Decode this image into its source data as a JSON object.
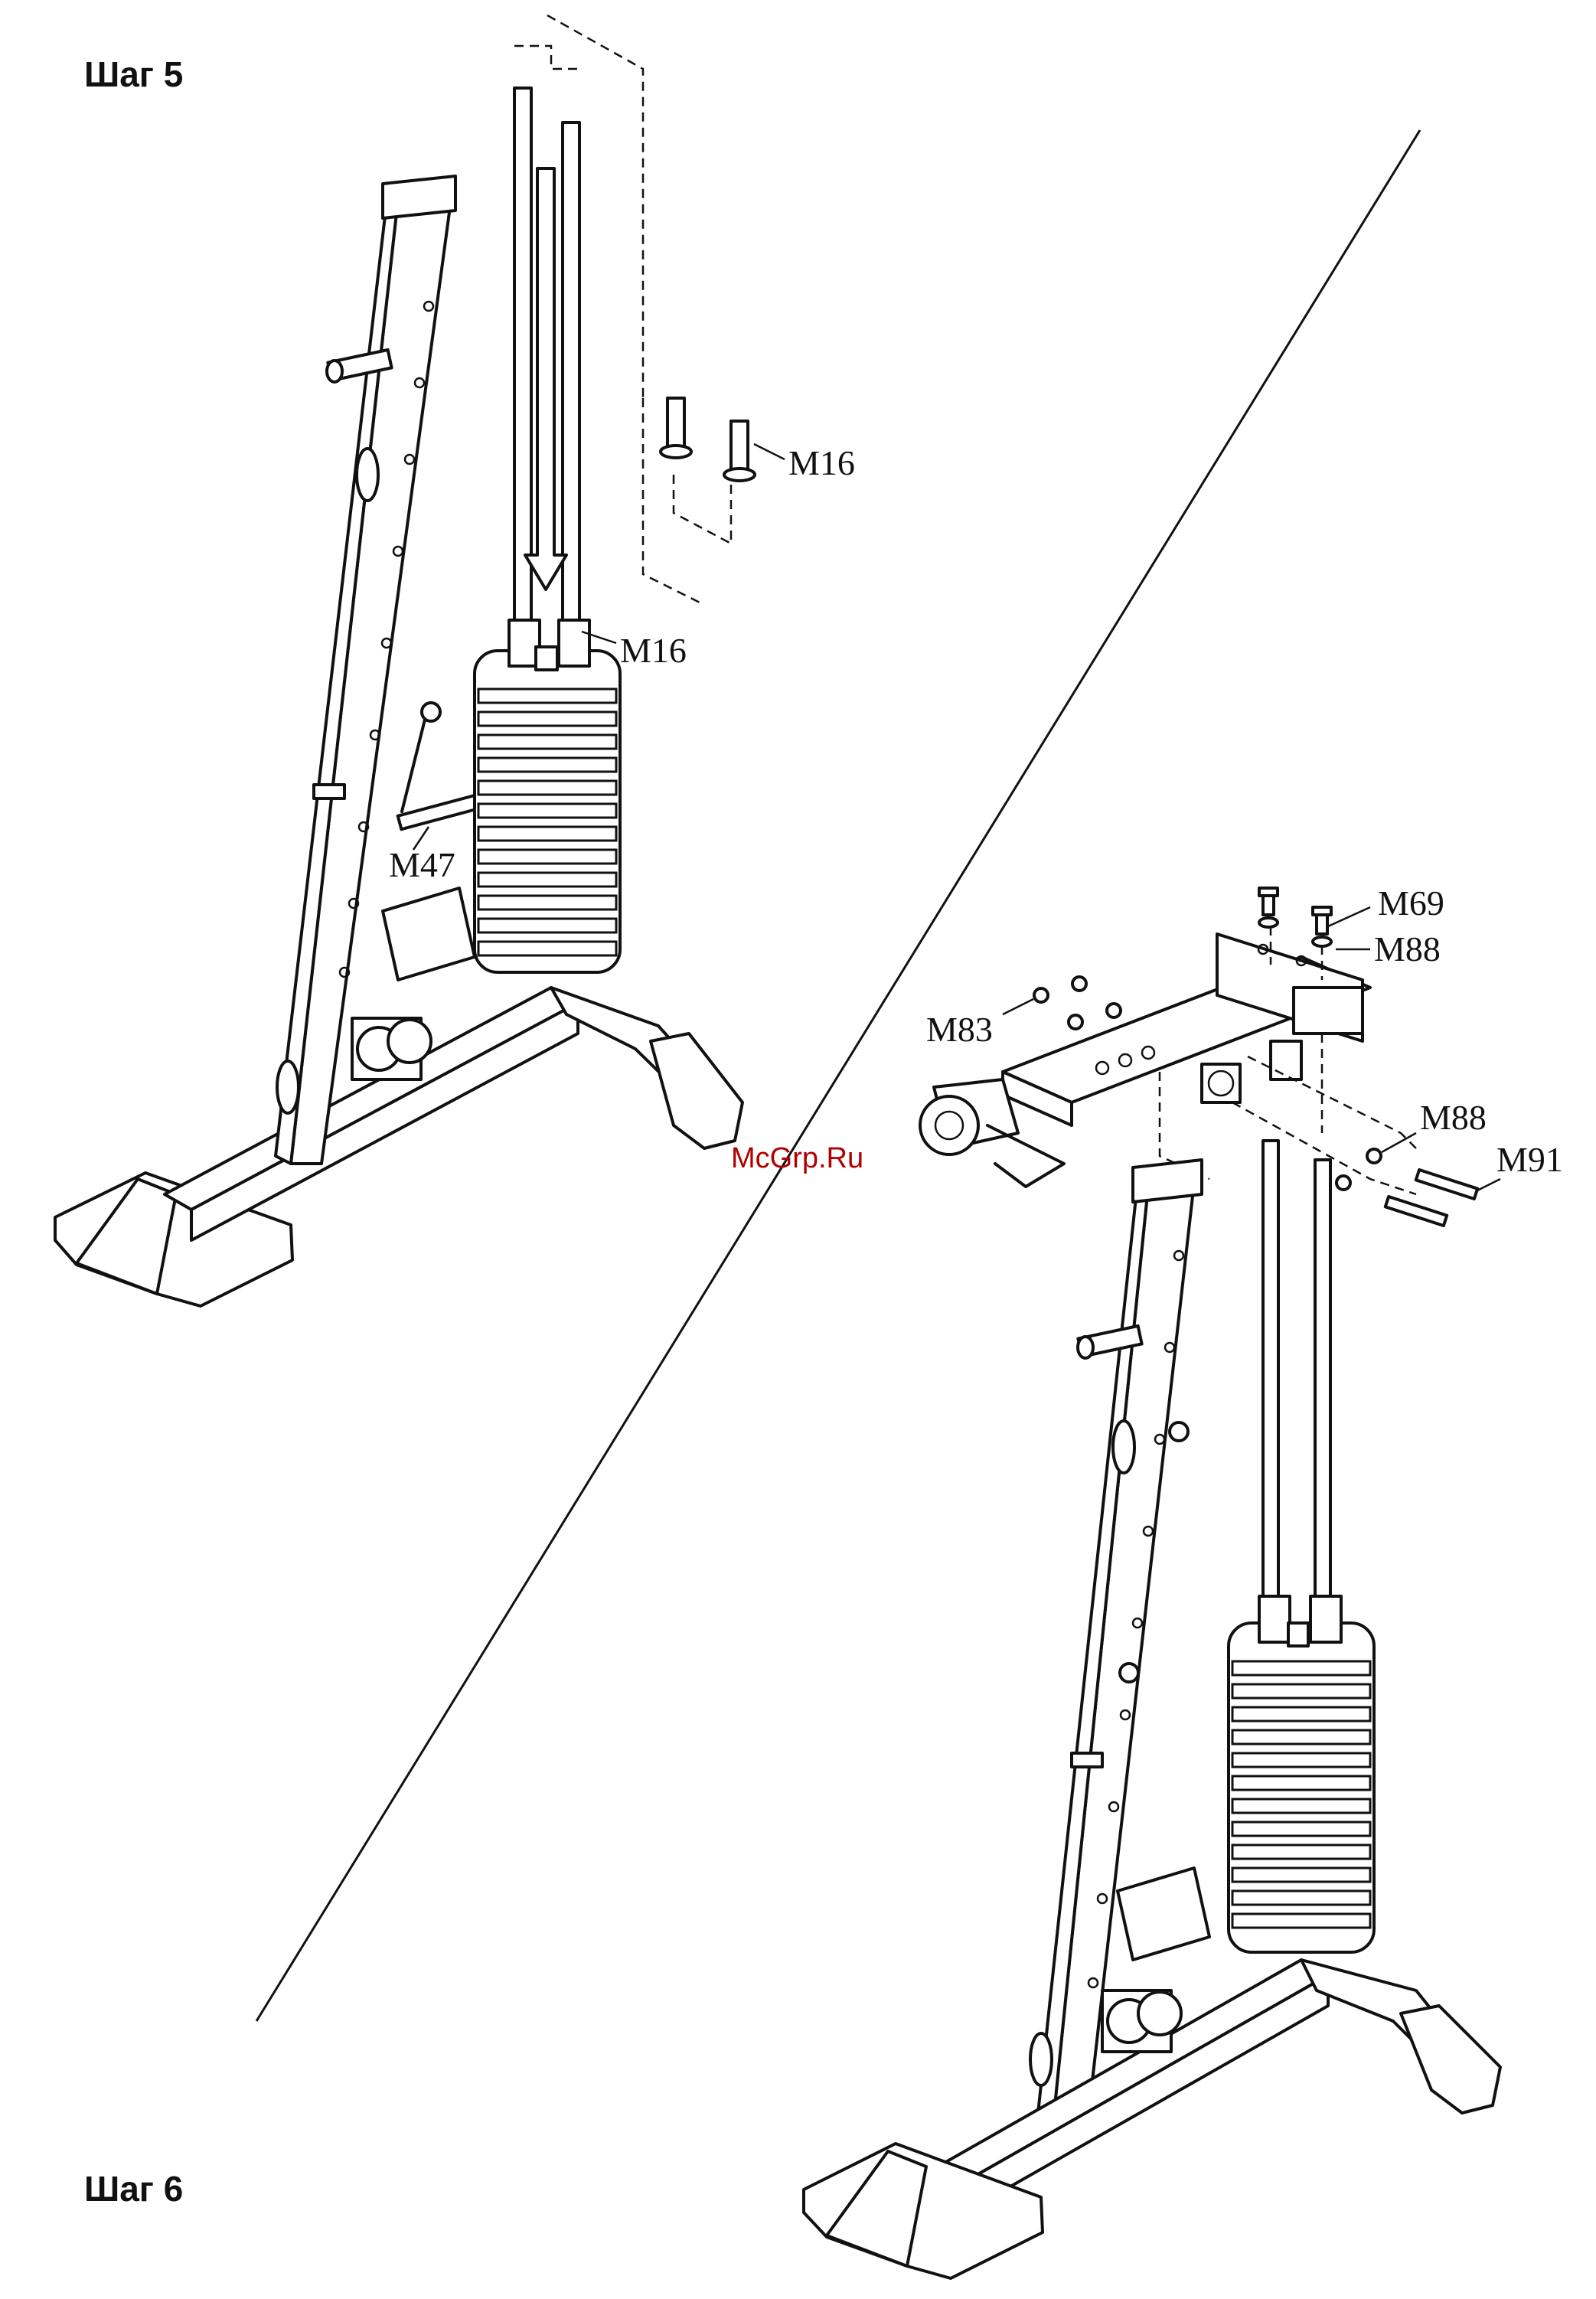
{
  "steps": {
    "step5": "Шаг 5",
    "step6": "Шаг 6"
  },
  "labels": {
    "m16_top": "M16",
    "m16_mid": "M16",
    "m47": "M47",
    "m69": "M69",
    "m88_top": "M88",
    "m83": "M83",
    "m88_bottom": "M88",
    "m91": "M91"
  },
  "watermark": "McGrp.Ru"
}
